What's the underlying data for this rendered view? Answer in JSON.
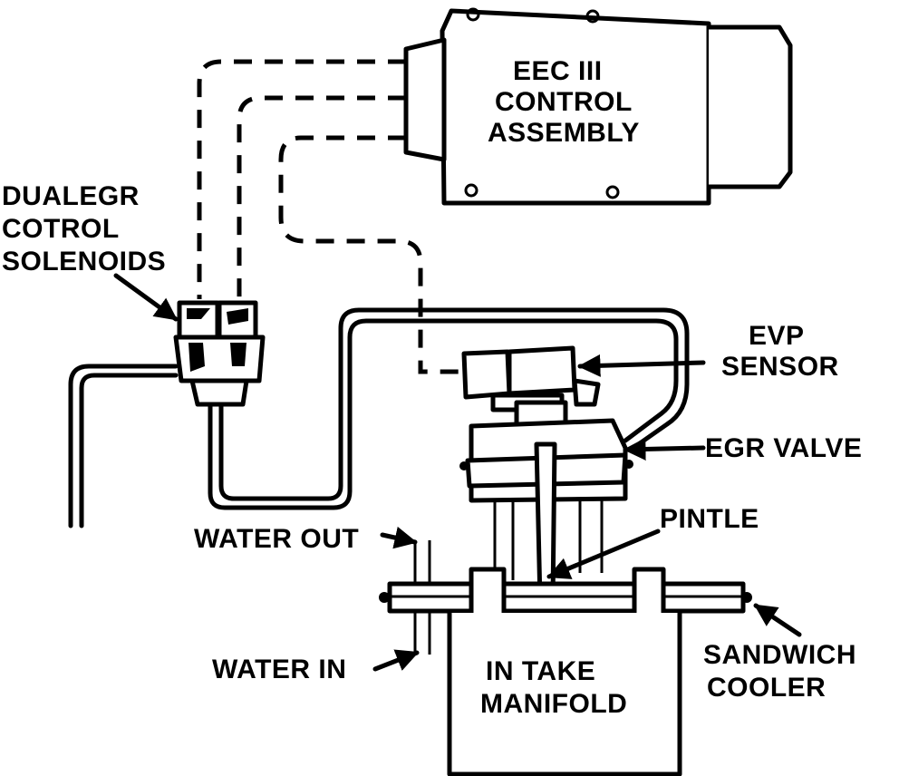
{
  "labels": {
    "eec_line1": "EEC III",
    "eec_line2": "CONTROL",
    "eec_line3": "ASSEMBLY",
    "dual_line1": "DUALEGR",
    "dual_line2": "COTROL",
    "dual_line3": "SOLENOIDS",
    "evp_line1": "EVP",
    "evp_line2": "SENSOR",
    "egr_valve": "EGR VALVE",
    "pintle": "PINTLE",
    "water_out": "WATER OUT",
    "water_in": "WATER IN",
    "intake_line1": "IN TAKE",
    "intake_line2": "MANIFOLD",
    "sandwich_line1": "SANDWICH",
    "sandwich_line2": "COOLER"
  }
}
